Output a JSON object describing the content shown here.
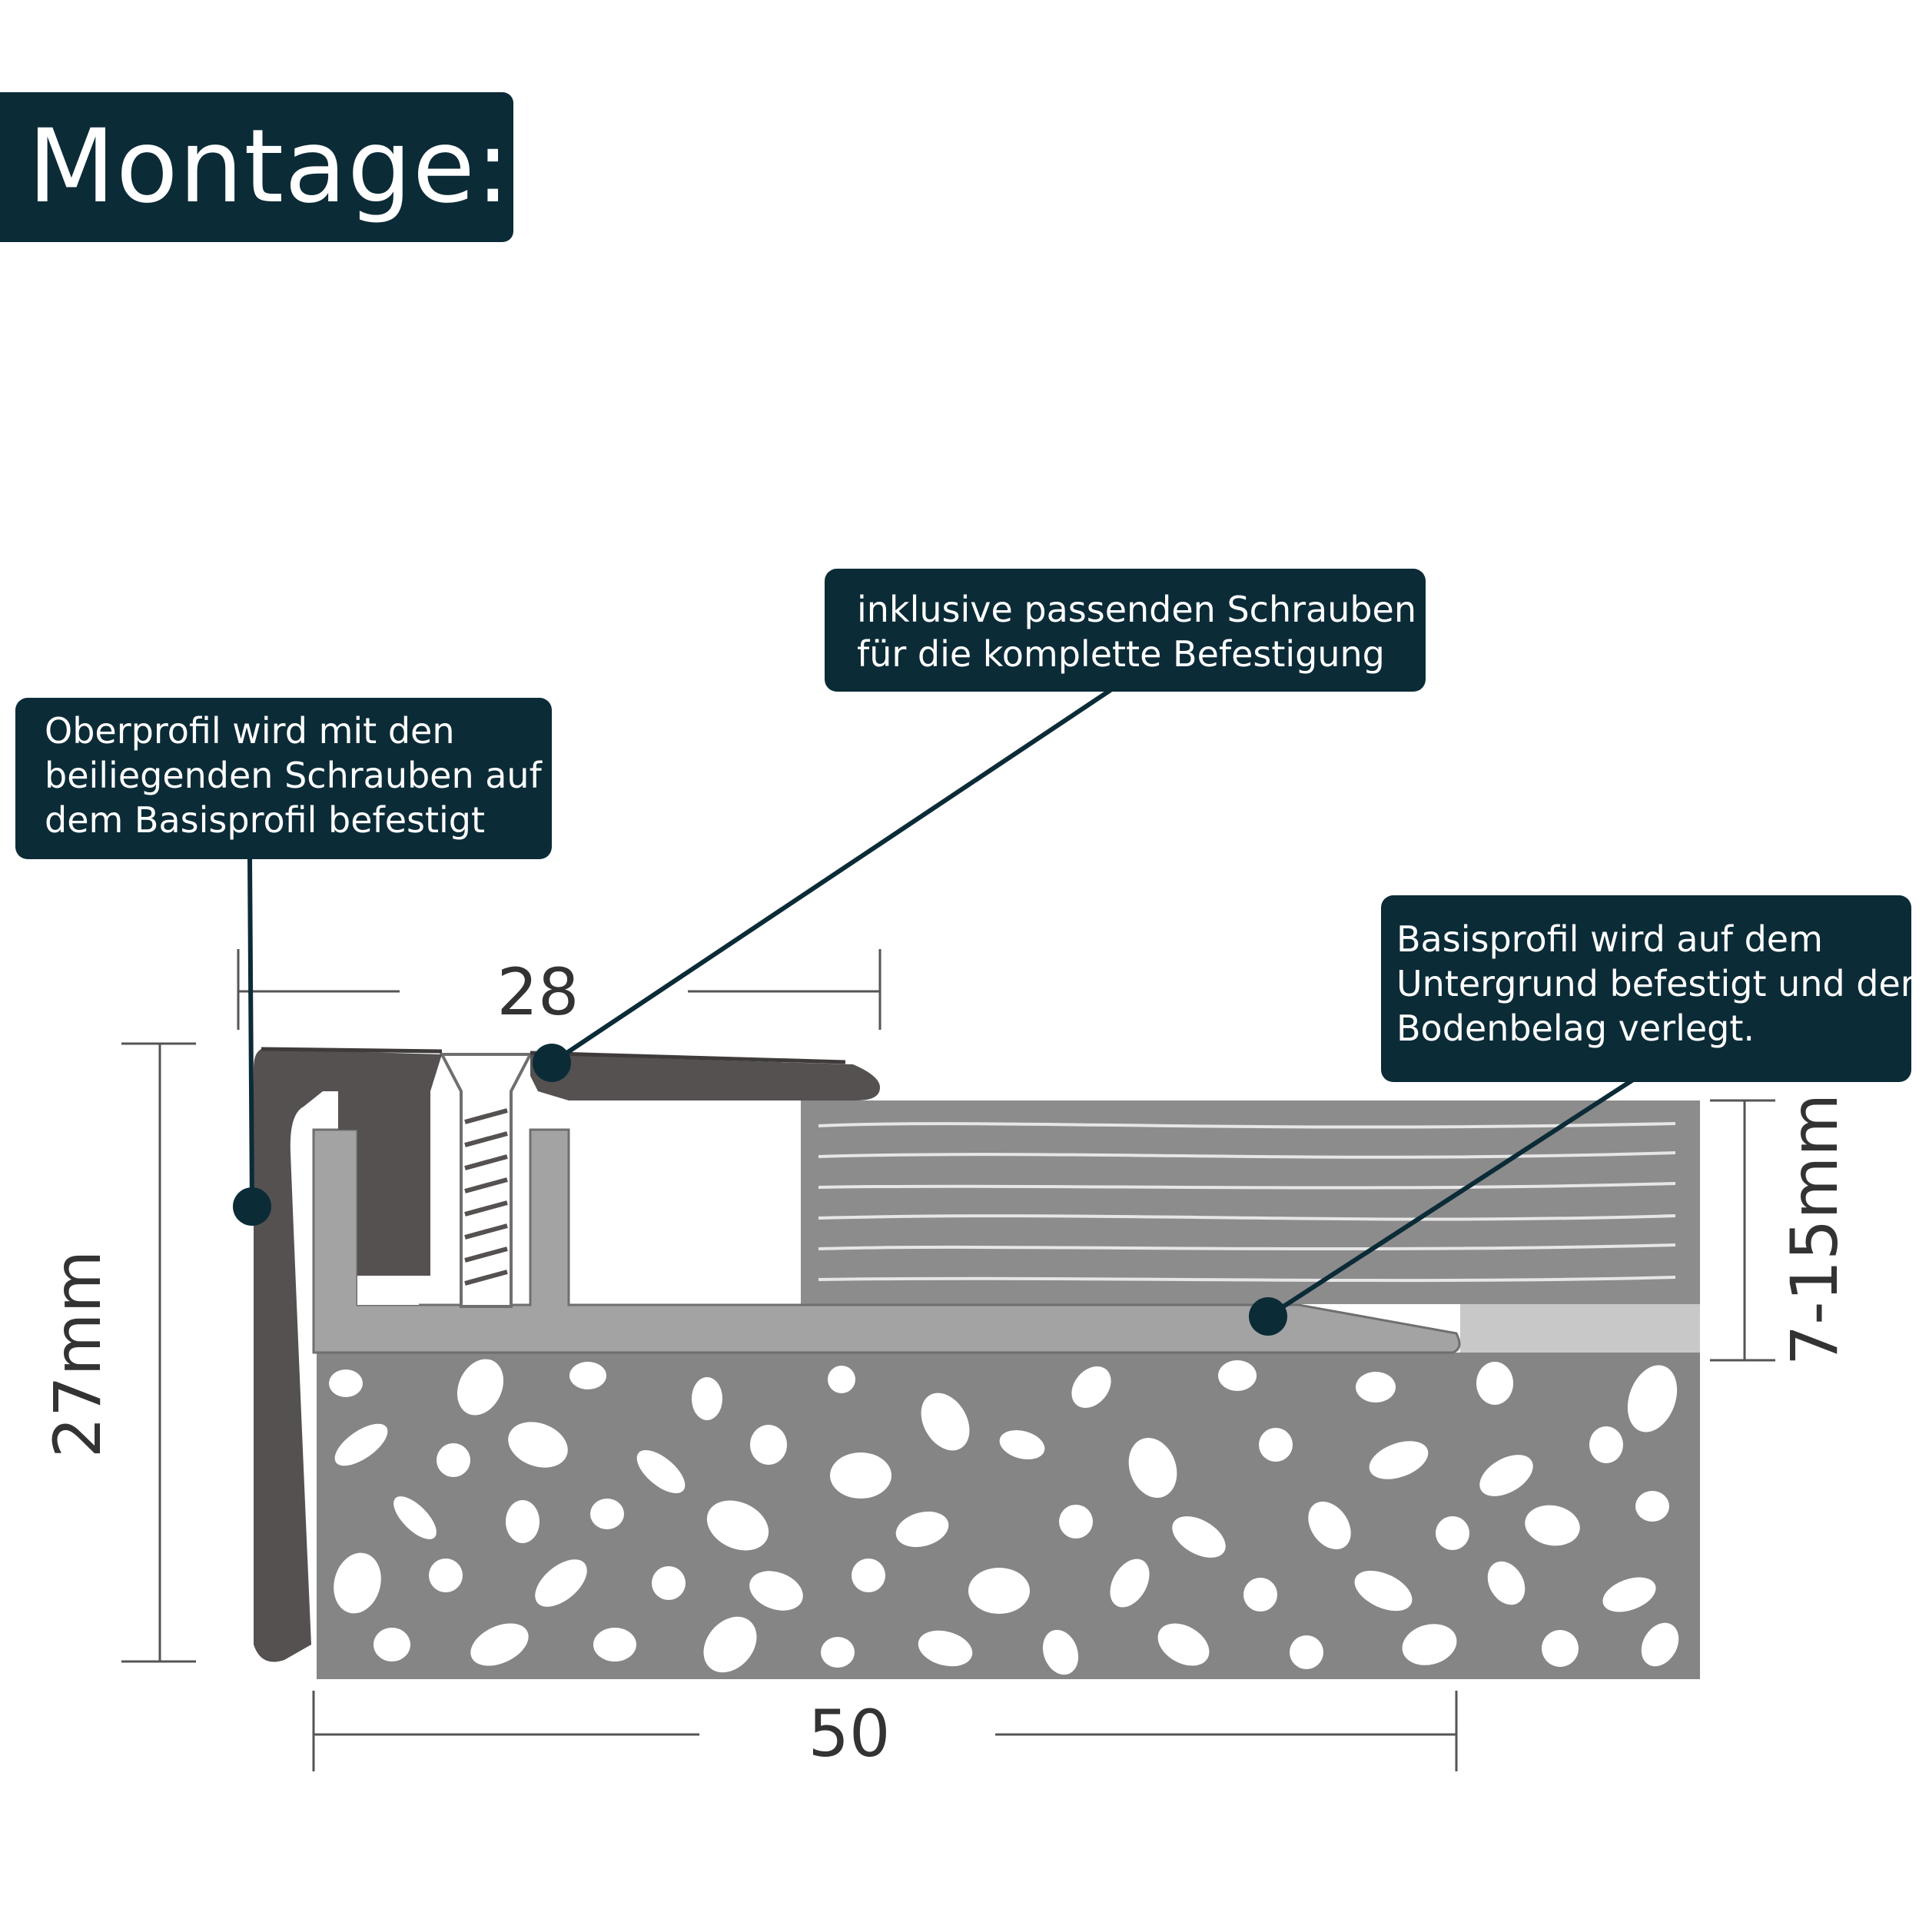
{
  "title": "Montage:",
  "callouts": {
    "screws": [
      "inklusive passenden Schrauben",
      "für die komplette Befestigung"
    ],
    "top_profile": [
      "Oberprofil wird mit den",
      "beiliegenden Schrauben auf",
      "dem Basisprofil befestigt"
    ],
    "base_profile": [
      "Basisprofil wird auf dem",
      "Untergrund befestigt und der",
      "Bodenbelag verlegt."
    ]
  },
  "dimensions": {
    "top_width": "28",
    "height": "27mm",
    "floor_thickness": "7-15mm",
    "base_width": "50"
  },
  "colors": {
    "callout_bg": "#0b2b37",
    "profile_dark": "#555150",
    "base_profile": "#a3a3a3",
    "floor_covering": "#8c8c8c",
    "substrate": "#858585"
  }
}
